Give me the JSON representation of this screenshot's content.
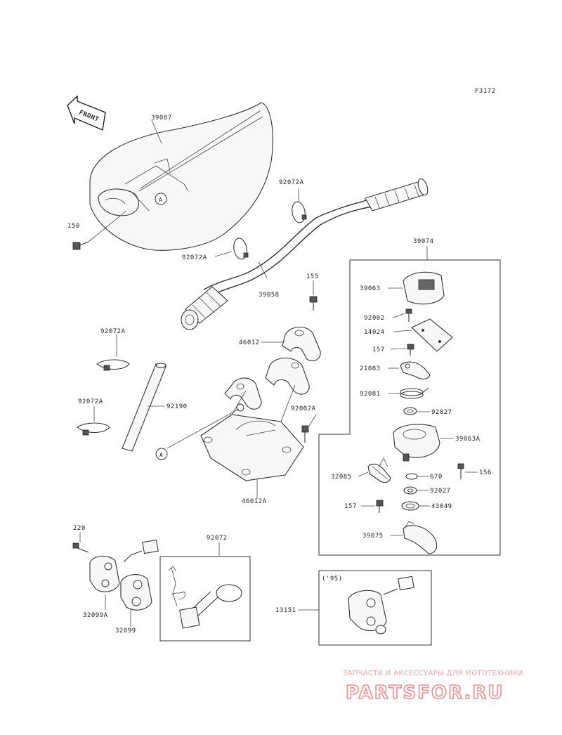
{
  "figure_code": "F3172",
  "front_label": "FRONT",
  "callout_letter": "A",
  "part_labels": {
    "p39087": "39087",
    "p150": "150",
    "p92072a_1": "92072A",
    "p92072a_2": "92072A",
    "p39058": "39058",
    "p155": "155",
    "p46012": "46012",
    "p92072a_3": "92072A",
    "p92190": "92190",
    "p92072a_4": "92072A",
    "p92002a": "92002A",
    "p46012a": "46012A",
    "p39074": "39074",
    "p39063": "39063",
    "p92002": "92002",
    "p14024": "14024",
    "p157_1": "157",
    "p21083": "21083",
    "p92081": "92081",
    "p92027_1": "92027",
    "p39063a": "39063A",
    "p156": "156",
    "p32085": "32085",
    "p670": "670",
    "p92027_2": "92027",
    "p157_2": "157",
    "p43049": "43049",
    "p39075": "39075",
    "p220": "220",
    "p92072": "92072",
    "p32099a": "32099A",
    "p32099": "32099",
    "p13151": "13151",
    "year_note": "('95)"
  },
  "watermark": {
    "tagline": "ЗАПЧАСТИ И АКСЕССУАРЫ ДЛЯ МОТОТЕХНИКИ",
    "brand": "PARTSFOR.RU"
  }
}
